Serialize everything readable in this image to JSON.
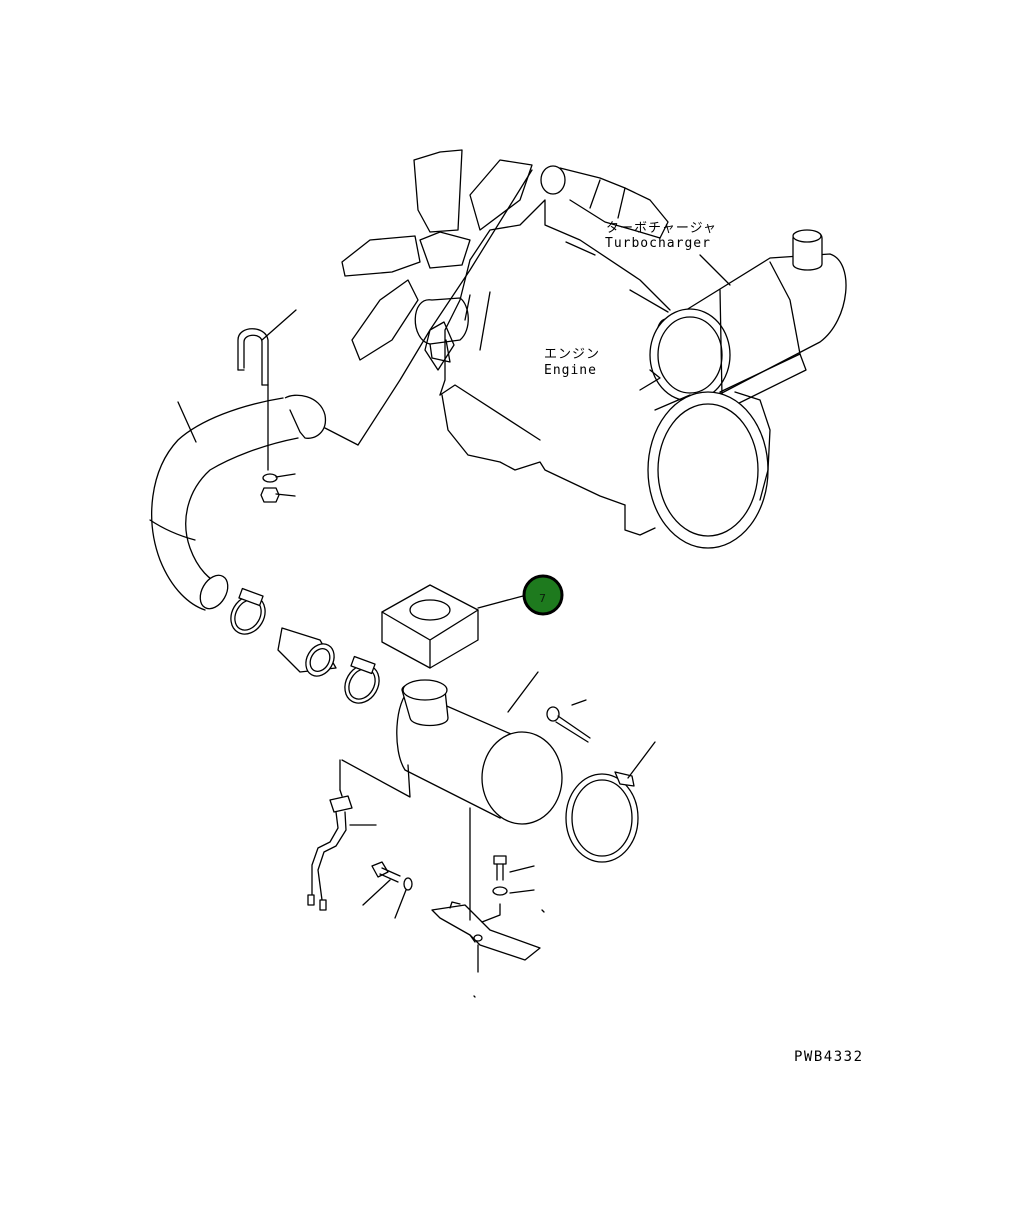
{
  "labels": {
    "turbocharger_jp": "ターボチャージャ",
    "turbocharger_en": "Turbocharger",
    "engine_jp": "エンジン",
    "engine_en": "Engine"
  },
  "drawing_code": "PWB4332",
  "callout": {
    "number": "7",
    "fill_color": "#1e7a1e",
    "ring_color": "#000000"
  }
}
